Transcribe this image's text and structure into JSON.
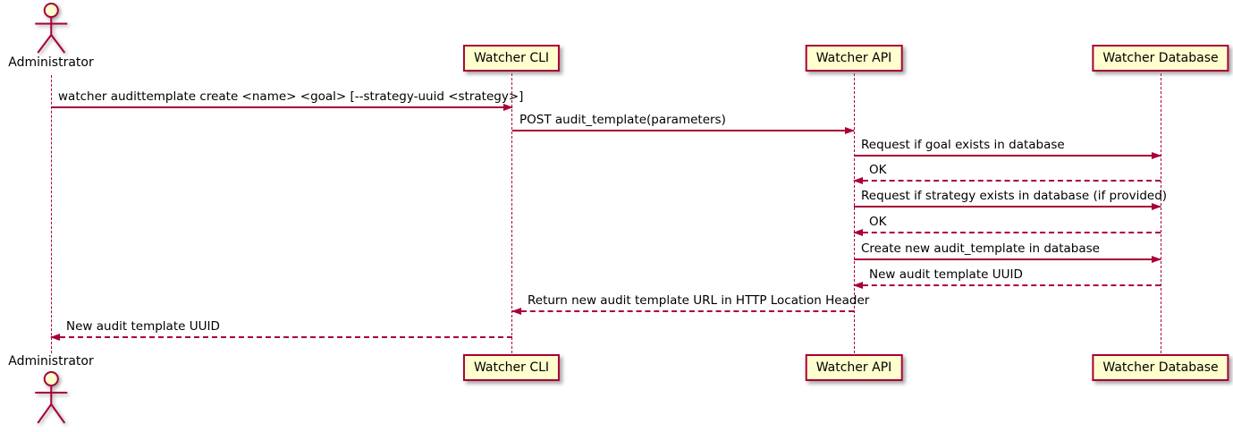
{
  "diagram": {
    "type": "uml-sequence",
    "actor_name": "Administrator",
    "participants": [
      {
        "label": "Watcher CLI"
      },
      {
        "label": "Watcher API"
      },
      {
        "label": "Watcher Database"
      }
    ],
    "messages": [
      {
        "from": "Administrator",
        "to": "Watcher CLI",
        "line": "solid",
        "label": "watcher audittemplate create <name> <goal> [--strategy-uuid <strategy>]"
      },
      {
        "from": "Watcher CLI",
        "to": "Watcher API",
        "line": "solid",
        "label": "POST audit_template(parameters)"
      },
      {
        "from": "Watcher API",
        "to": "Watcher Database",
        "line": "solid",
        "label": "Request if goal exists in database"
      },
      {
        "from": "Watcher Database",
        "to": "Watcher API",
        "line": "dashed",
        "label": "OK"
      },
      {
        "from": "Watcher API",
        "to": "Watcher Database",
        "line": "solid",
        "label": "Request if strategy exists in database (if provided)"
      },
      {
        "from": "Watcher Database",
        "to": "Watcher API",
        "line": "dashed",
        "label": "OK"
      },
      {
        "from": "Watcher API",
        "to": "Watcher Database",
        "line": "solid",
        "label": "Create new audit_template in database"
      },
      {
        "from": "Watcher Database",
        "to": "Watcher API",
        "line": "dashed",
        "label": "New audit template UUID"
      },
      {
        "from": "Watcher API",
        "to": "Watcher CLI",
        "line": "dashed",
        "label": "Return new audit template URL in HTTP Location Header"
      },
      {
        "from": "Watcher CLI",
        "to": "Administrator",
        "line": "dashed",
        "label": "New audit template UUID"
      }
    ],
    "colors": {
      "accent": "#A80036",
      "participant_fill": "#FEFECE",
      "background": "#FFFFFF",
      "text": "#000000"
    }
  }
}
